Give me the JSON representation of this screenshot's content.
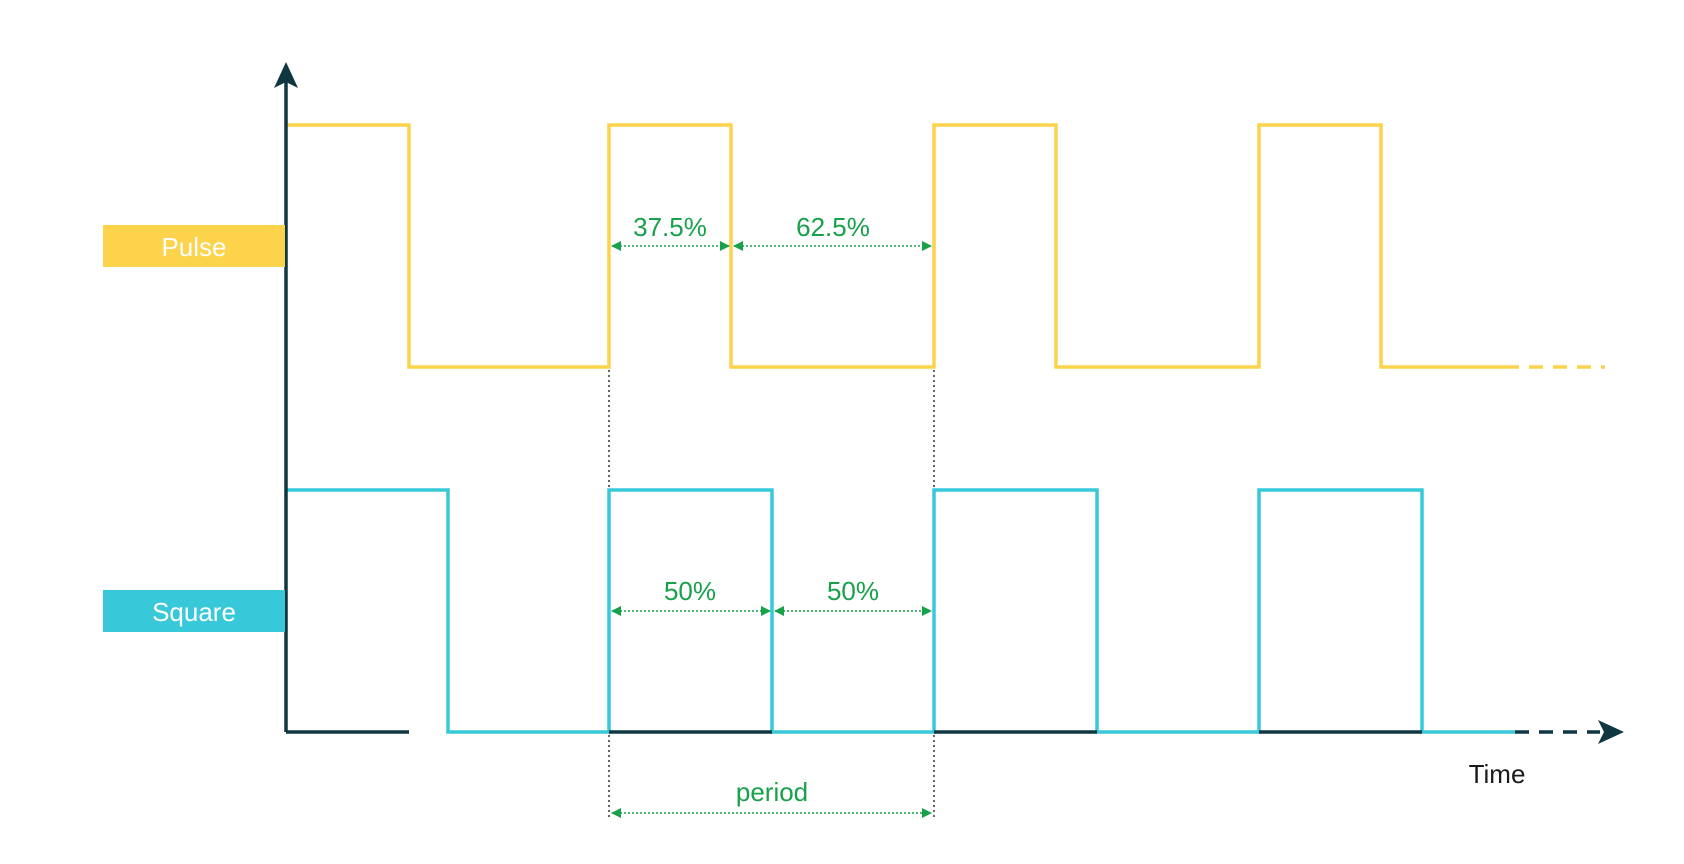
{
  "labels": {
    "pulse": "Pulse",
    "square": "Square",
    "time": "Time",
    "period": "period"
  },
  "measurements": {
    "pulse_high": "37.5%",
    "pulse_low": "62.5%",
    "square_high": "50%",
    "square_low": "50%"
  },
  "colors": {
    "axis": "#0e3742",
    "pulse": "#fcd34a",
    "square": "#37c8da",
    "measure": "#17a14a",
    "guide": "#333333"
  }
}
